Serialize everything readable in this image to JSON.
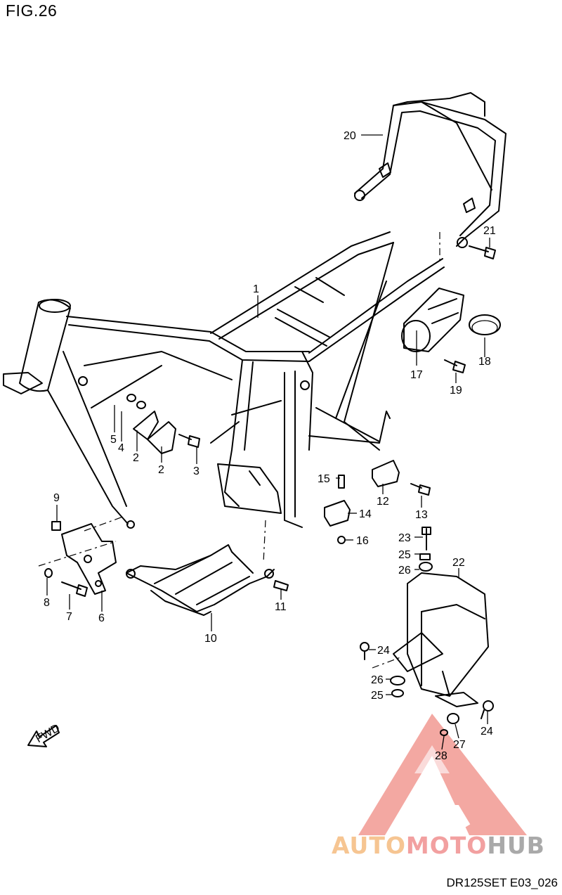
{
  "header": {
    "figure_label": "FIG.26"
  },
  "footer": {
    "diagram_code": "DR125SET E03_026"
  },
  "watermark": {
    "part1": "AUTO",
    "part2": "MOTO",
    "part3": "HUB"
  },
  "fwd_arrow": {
    "label": "FWD"
  },
  "callouts": [
    {
      "id": "c1",
      "number": "1"
    },
    {
      "id": "c2a",
      "number": "2"
    },
    {
      "id": "c2b",
      "number": "2"
    },
    {
      "id": "c3",
      "number": "3"
    },
    {
      "id": "c4",
      "number": "4"
    },
    {
      "id": "c5",
      "number": "5"
    },
    {
      "id": "c6",
      "number": "6"
    },
    {
      "id": "c7",
      "number": "7"
    },
    {
      "id": "c8",
      "number": "8"
    },
    {
      "id": "c9",
      "number": "9"
    },
    {
      "id": "c10",
      "number": "10"
    },
    {
      "id": "c11",
      "number": "11"
    },
    {
      "id": "c12",
      "number": "12"
    },
    {
      "id": "c13",
      "number": "13"
    },
    {
      "id": "c14",
      "number": "14"
    },
    {
      "id": "c15",
      "number": "15"
    },
    {
      "id": "c16",
      "number": "16"
    },
    {
      "id": "c17",
      "number": "17"
    },
    {
      "id": "c18",
      "number": "18"
    },
    {
      "id": "c19",
      "number": "19"
    },
    {
      "id": "c20",
      "number": "20"
    },
    {
      "id": "c21",
      "number": "21"
    },
    {
      "id": "c22",
      "number": "22"
    },
    {
      "id": "c23",
      "number": "23"
    },
    {
      "id": "c24a",
      "number": "24"
    },
    {
      "id": "c24b",
      "number": "24"
    },
    {
      "id": "c25a",
      "number": "25"
    },
    {
      "id": "c25b",
      "number": "25"
    },
    {
      "id": "c26a",
      "number": "26"
    },
    {
      "id": "c26b",
      "number": "26"
    },
    {
      "id": "c27",
      "number": "27"
    },
    {
      "id": "c28",
      "number": "28"
    }
  ],
  "colors": {
    "line": "#000000",
    "watermark_red": "#f08b84",
    "watermark_orange": "#f6c592",
    "watermark_gray": "#a9a9a9"
  }
}
